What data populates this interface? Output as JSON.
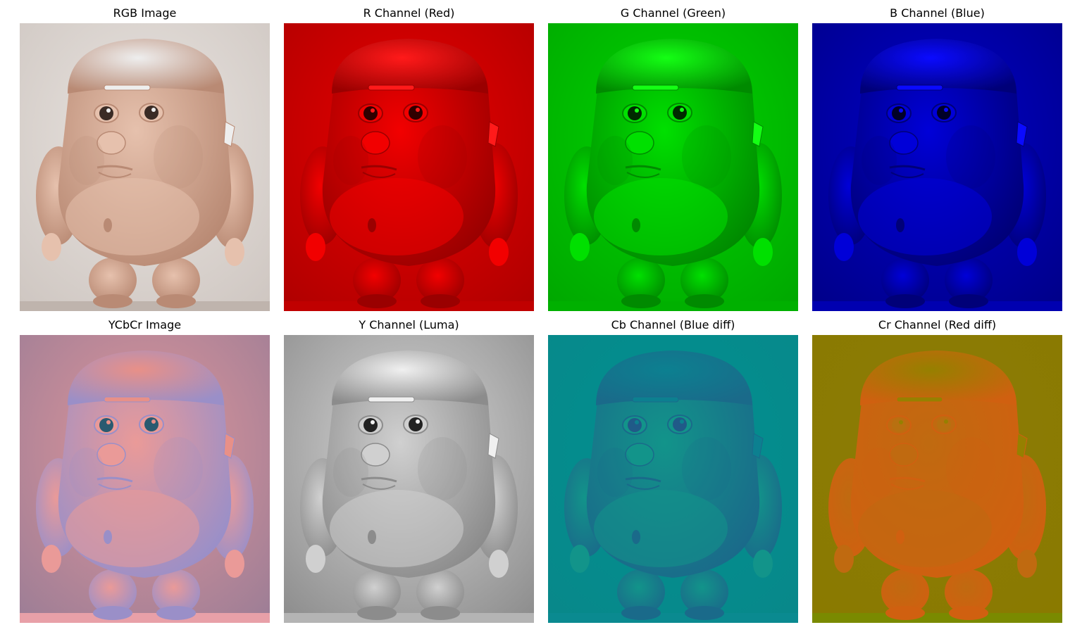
{
  "figure": {
    "panels": [
      {
        "id": "rgb",
        "title": "RGB Image",
        "palette": {
          "bg1": "#cfc7c2",
          "bg2": "#e9e4e0",
          "body": "#e6c1ad",
          "shade": "#b98a74",
          "cap": "#eeeeee",
          "dark": "#3a2b25",
          "floor": "#bfb4ad"
        }
      },
      {
        "id": "r",
        "title": "R Channel (Red)",
        "palette": {
          "bg1": "#b00000",
          "bg2": "#e80000",
          "body": "#f20000",
          "shade": "#9a0000",
          "cap": "#ff1a1a",
          "dark": "#300000",
          "floor": "#c00000"
        }
      },
      {
        "id": "g",
        "title": "G Channel (Green)",
        "palette": {
          "bg1": "#00a800",
          "bg2": "#00d400",
          "body": "#00e000",
          "shade": "#008a00",
          "cap": "#14ff14",
          "dark": "#002a00",
          "floor": "#00b000"
        }
      },
      {
        "id": "b",
        "title": "B Channel (Blue)",
        "palette": {
          "bg1": "#00008a",
          "bg2": "#0000c8",
          "body": "#0000d8",
          "shade": "#000078",
          "cap": "#0a0aff",
          "dark": "#000028",
          "floor": "#0000b0"
        }
      },
      {
        "id": "ycbcr",
        "title": "YCbCr Image",
        "palette": {
          "bg1": "#9e7e96",
          "bg2": "#e0959a",
          "body": "#ea9a98",
          "shade": "#9a8fc8",
          "cap": "#e89088",
          "dark": "#2a5a70",
          "floor": "#e8a0a8"
        }
      },
      {
        "id": "y",
        "title": "Y Channel (Luma)",
        "palette": {
          "bg1": "#8e8e8e",
          "bg2": "#d6d6d6",
          "body": "#d0d0d0",
          "shade": "#8c8c8c",
          "cap": "#f0f0f0",
          "dark": "#222222",
          "floor": "#b4b4b4"
        }
      },
      {
        "id": "cb",
        "title": "Cb Channel (Blue diff)",
        "palette": {
          "bg1": "#08888a",
          "bg2": "#009090",
          "body": "#12948a",
          "shade": "#1a6a8a",
          "cap": "#0c8090",
          "dark": "#205a88",
          "floor": "#0a8a90"
        }
      },
      {
        "id": "cr",
        "title": "Cr Channel (Red diff)",
        "palette": {
          "bg1": "#8a7a00",
          "bg2": "#8c7c08",
          "body": "#c06a10",
          "shade": "#d06010",
          "cap": "#968000",
          "dark": "#b87010",
          "floor": "#7a8a00"
        }
      }
    ]
  }
}
